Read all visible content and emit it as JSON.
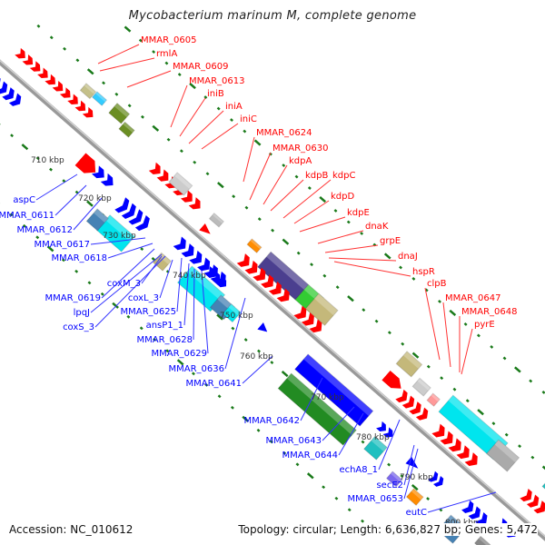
{
  "title": "Mycobacterium marinum M, complete genome",
  "footer": {
    "accession": "Accession: NC_010612",
    "summary": "Topology: circular; Length: 6,636,827 bp; Genes: 5,472"
  },
  "colors": {
    "forward_strand_label": "#ff0000",
    "reverse_strand_label": "#0000ff",
    "backbone": "#888888",
    "tick": "#1a7a1a"
  },
  "ticks": [
    "710 kbp",
    "720 kbp",
    "730 kbp",
    "740 kbp",
    "750 kbp",
    "760 kbp",
    "770 kbp",
    "780 kbp",
    "790 kbp",
    "800 kbp"
  ],
  "forward_labels": [
    "MMAR_0605",
    "rmlA",
    "MMAR_0609",
    "MMAR_0613",
    "iniB",
    "iniA",
    "iniC",
    "MMAR_0624",
    "MMAR_0630",
    "kdpA",
    "kdpB",
    "kdpC",
    "kdpD",
    "kdpE",
    "dnaK",
    "grpE",
    "dnaJ",
    "hspR",
    "clpB",
    "MMAR_0647",
    "MMAR_0648",
    "pyrE"
  ],
  "reverse_labels": [
    "aspC",
    "MMAR_0611",
    "MMAR_0612",
    "MMAR_0617",
    "MMAR_0618",
    "coxM_3",
    "MMAR_0619",
    "lpqJ",
    "coxL_3",
    "coxS_3",
    "MMAR_0625",
    "ansP1_1",
    "MMAR_0628",
    "MMAR_0629",
    "MMAR_0636",
    "MMAR_0641",
    "MMAR_0642",
    "MMAR_0643",
    "MMAR_0644",
    "echA8_1",
    "secE2",
    "MMAR_0653",
    "eutC"
  ]
}
